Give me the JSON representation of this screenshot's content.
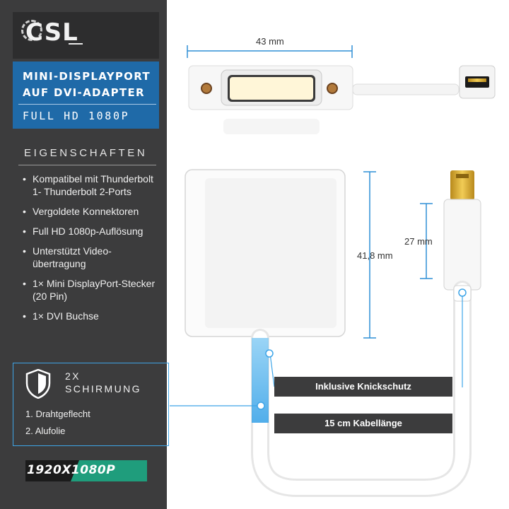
{
  "brand": {
    "logo_text": "CSL"
  },
  "product": {
    "title_line1": "MINI-DISPLAYPORT",
    "title_line2": "AUF DVI-ADAPTER",
    "subtitle": "FULL HD 1080P"
  },
  "features": {
    "heading": "EIGENSCHAFTEN",
    "items": [
      "Kompatibel mit Thunderbolt 1- Thunderbolt 2-Ports",
      "Vergoldete Konnektoren",
      "Full HD 1080p-Auflösung",
      "Unterstützt Video-übertragung",
      "1× Mini DisplayPort-Stecker (20 Pin)",
      "1× DVI Buchse"
    ]
  },
  "shielding": {
    "title_line1": "2X",
    "title_line2": "SCHIRMUNG",
    "items": [
      "1. Drahtgeflecht",
      "2. Alufolie"
    ]
  },
  "badge": {
    "text": "1920X1080P"
  },
  "dimensions": {
    "width": "43 mm",
    "height": "41,8 mm",
    "plug_length": "27 mm"
  },
  "callouts": {
    "strain_relief": "Inklusive Knickschutz",
    "cable_length": "15 cm Kabellänge"
  },
  "colors": {
    "sidebar": "#3c3c3d",
    "title_accent": "#1f6aa8",
    "highlight_line": "#3ea5e8",
    "badge_green": "#1f9d7c",
    "gold": "#d9a929"
  }
}
